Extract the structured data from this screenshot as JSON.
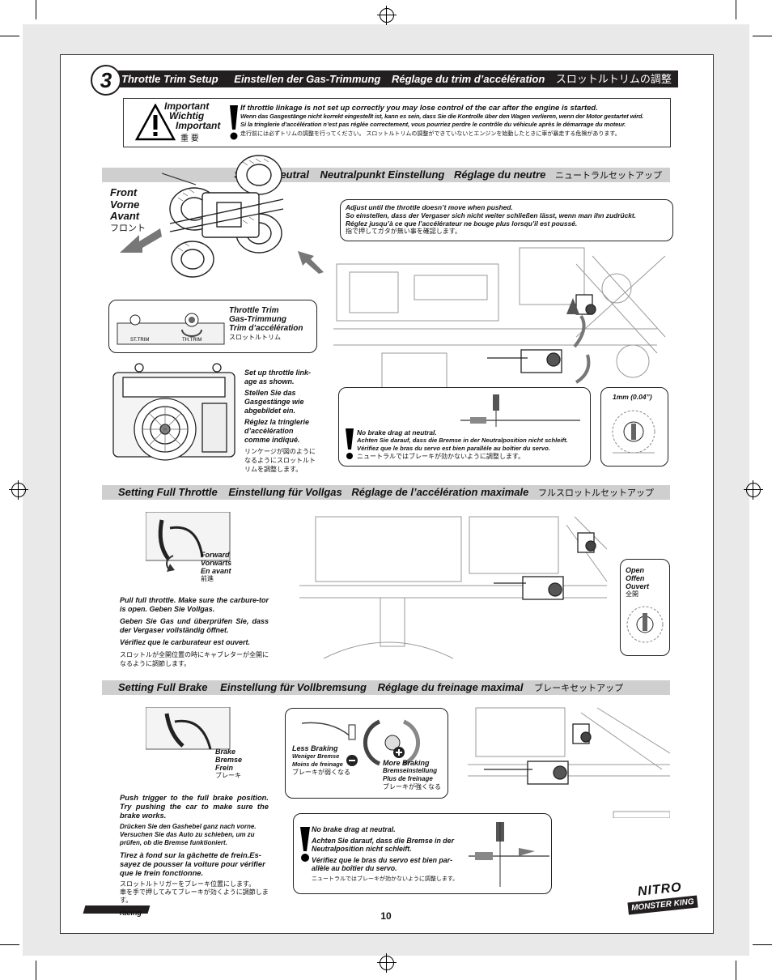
{
  "step": {
    "number": "3",
    "title_en": "Throttle Trim Setup",
    "title_de": "Einstellen der Gas-Trimmung",
    "title_fr": "Réglage du trim d’accélération",
    "title_jp": "スロットルトリムの調整"
  },
  "important": {
    "label_en": "Important",
    "label_de": "Wichtig",
    "label_fr": "Important",
    "label_jp": "重 要",
    "text_en": "If throttle linkage is not set up correctly you may lose control of the car after the engine is started.",
    "text_de": "Wenn das Gasgestänge nicht korrekt eingestellt ist, kann es sein, dass Sie die Kontrolle über den Wagen verlieren, wenn der Motor gestartet wird.",
    "text_fr": "Si la tringlerie d’accélération n’est pas réglée correctement, vous pourriez perdre le contrôle du véhicule après le démarrage du moteur.",
    "text_jp": "走行前には必ずトリムの調整を行ってください。 スロットルトリムの調整ができていないとエンジンを始動したときに車が暴走する危険があります。"
  },
  "neutral": {
    "header_en": "Setting Neutral",
    "header_de": "Neutralpunkt Einstellung",
    "header_fr": "Réglage du neutre",
    "header_jp": "ニュートラルセットアップ",
    "front_en": "Front",
    "front_de": "Vorne",
    "front_fr": "Avant",
    "front_jp": "フロント",
    "trim_en": "Throttle Trim",
    "trim_de": "Gas-Trimmung",
    "trim_fr": "Trim d’accélération",
    "trim_jp": "スロットルトリム",
    "setup_en": "Set up throttle link-age as shown.",
    "setup_de": "Stellen Sie das Gasgestänge wie abgebildet ein.",
    "setup_fr": "Réglez la tringlerie d’accélération comme indiqué.",
    "setup_jp": "リンケージが図のようになるようにスロットルトリムを調整します。",
    "adjust_en": "Adjust until the throttle doesn’t move when pushed.",
    "adjust_de": "So einstellen, dass der Vergaser sich nicht weiter schließen lässt, wenn man ihn zudrückt.",
    "adjust_fr": "Réglez jusqu’à ce que l’accélérateur ne bouge plus lorsqu’il est poussé.",
    "adjust_jp": "指で押してガタが無い事を確認します。",
    "nobrake_en": "No brake drag at neutral.",
    "nobrake_de": "Achten Sie darauf, dass die Bremse in der Neutralposition nicht schleift.",
    "nobrake_fr": "Vérifiez que le bras du servo est bien parallèle au boîtier du servo.",
    "nobrake_jp": "ニュートラルではブレーキが効かないように調整します。",
    "gap": "1mm (0.04”)",
    "tx_label_1": "ST.TRIM",
    "tx_label_2": "TH.TRIM"
  },
  "full_throttle": {
    "header_en": "Setting Full Throttle",
    "header_de": "Einstellung für Vollgas",
    "header_fr": "Réglage de l’accélération maximale",
    "header_jp": "フルスロットルセットアップ",
    "forward_en": "Forward",
    "forward_de": "Vorwärts",
    "forward_fr": "En avant",
    "forward_jp": "前進",
    "text_en": "Pull full throttle. Make sure the carbure-tor is open. Geben Sie Vollgas.",
    "text_de": "Geben Sie Gas und überprüfen Sie, dass der Vergaser vollständig öffnet.",
    "text_fr": "Vérifiez que le carburateur est ouvert.",
    "text_jp": "スロットルが全開位置の時にキャブレターが全開になるように調節します。",
    "open_en": "Open",
    "open_de": "Offen",
    "open_fr": "Ouvert",
    "open_jp": "全開"
  },
  "full_brake": {
    "header_en": "Setting Full Brake",
    "header_de": "Einstellung für Vollbremsung",
    "header_fr": "Réglage du freinage maximal",
    "header_jp": "ブレーキセットアップ",
    "brake_en": "Brake",
    "brake_de": "Bremse",
    "brake_fr": "Frein",
    "brake_jp": "ブレーキ",
    "less_en": "Less Braking",
    "less_de": "Weniger Bremse",
    "less_fr": "Moins de freinage",
    "less_jp": "ブレーキが弱くなる",
    "more_en": "More Braking",
    "more_de": "Bremseinstellung",
    "more_fr": "Plus de freinage",
    "more_jp": "ブレーキが強くなる",
    "text_en": "Push trigger to the full brake position. Try pushing the car to make sure the brake works.",
    "text_de": "Drücken Sie den Gashebel ganz nach vorne. Versuchen Sie das Auto zu schieben, um zu prüfen, ob die Bremse funktioniert.",
    "text_fr": "Tirez à fond sur la gâchette de frein.Es-sayez de pousser la voiture pour vérifier que le frein fonctionne.",
    "text_jp1": "スロットルトリガーをブレーキ位置にします。",
    "text_jp2": "車を手で押してみてブレーキが効くように調節します。",
    "nobrake_en": "No brake drag at neutral.",
    "nobrake_de": "Achten Sie darauf, dass die Bremse in der Neutralposition nicht schleift.",
    "nobrake_fr": "Vérifiez que le bras du servo est bien par-allèle au boîtier du servo.",
    "nobrake_jp": "ニュートラルではブレーキが効かないように調整します。"
  },
  "footer": {
    "page_number": "10",
    "brand_logo": "HPI RACING",
    "product_logo_1": "NITRO",
    "product_logo_2": "MONSTER KING"
  },
  "colors": {
    "title_bar": "#231f20",
    "section_bar": "#cfcfcf",
    "page_border": "#e9e9e9"
  }
}
